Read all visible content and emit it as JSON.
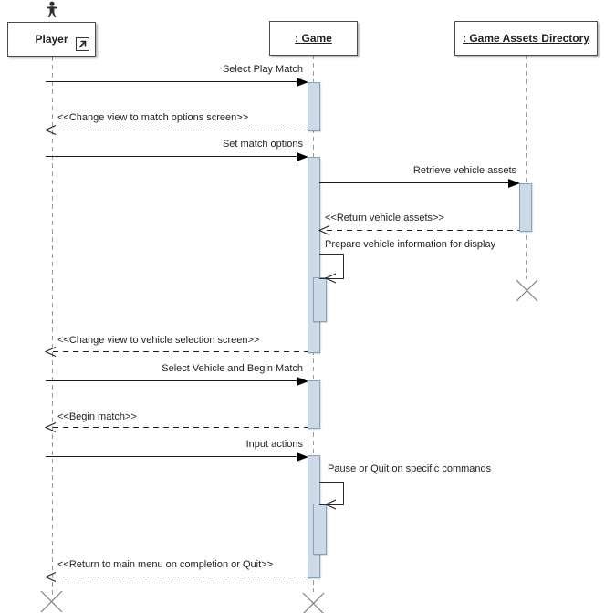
{
  "diagram": {
    "type": "uml-sequence-diagram",
    "actors": [
      {
        "id": "player",
        "label": "Player",
        "kind": "actor"
      },
      {
        "id": "game",
        "label": ": Game",
        "kind": "object"
      },
      {
        "id": "assets",
        "label": ": Game Assets Directory",
        "kind": "object"
      }
    ],
    "messages": [
      {
        "label": "Select Play Match",
        "type": "sync",
        "from": "player",
        "to": "game"
      },
      {
        "label": "<<Change view to match options screen>>",
        "type": "return",
        "from": "game",
        "to": "player"
      },
      {
        "label": "Set match options",
        "type": "sync",
        "from": "player",
        "to": "game"
      },
      {
        "label": "Retrieve vehicle assets",
        "type": "sync",
        "from": "game",
        "to": "assets"
      },
      {
        "label": "<<Return vehicle assets>>",
        "type": "return",
        "from": "assets",
        "to": "game"
      },
      {
        "label": "Prepare vehicle information for display",
        "type": "self",
        "from": "game",
        "to": "game"
      },
      {
        "label": "<<Change view to vehicle selection screen>>",
        "type": "return",
        "from": "game",
        "to": "player"
      },
      {
        "label": "Select Vehicle and Begin Match",
        "type": "sync",
        "from": "player",
        "to": "game"
      },
      {
        "label": "<<Begin match>>",
        "type": "return",
        "from": "game",
        "to": "player"
      },
      {
        "label": "Input actions",
        "type": "sync",
        "from": "player",
        "to": "game"
      },
      {
        "label": "Pause or Quit on specific commands",
        "type": "self",
        "from": "game",
        "to": "game"
      },
      {
        "label": "<<Return to main menu on completion or Quit>>",
        "type": "return",
        "from": "game",
        "to": "player"
      }
    ],
    "icons": {
      "actor": "actor-icon",
      "navigate": "navigate-arrow-icon",
      "destruction": "destroy-x-icon"
    },
    "colors": {
      "activation_fill": "#ccdae7",
      "activation_border": "#88a0b8",
      "message_line": "#1a1a1a",
      "lifeline": "#9a9a9a",
      "background": "#ffffff"
    }
  }
}
